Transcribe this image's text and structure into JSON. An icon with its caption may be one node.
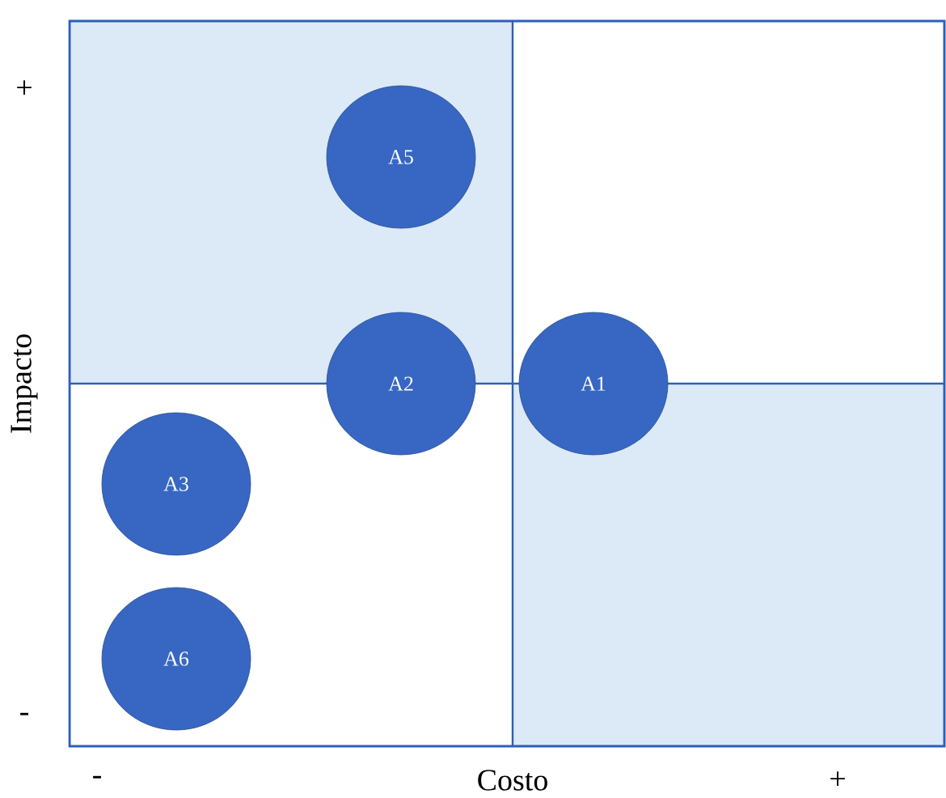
{
  "diagram": {
    "nodes": [
      {
        "text": [
          "A5"
        ]
      },
      {
        "text": [
          "A2"
        ]
      },
      {
        "text": [
          "A1"
        ]
      },
      {
        "text": [
          "A3"
        ]
      },
      {
        "text": [
          "A6"
        ]
      }
    ],
    "labels": [
      "+",
      "Impacto",
      "-",
      "-",
      "Costo",
      "+"
    ]
  }
}
